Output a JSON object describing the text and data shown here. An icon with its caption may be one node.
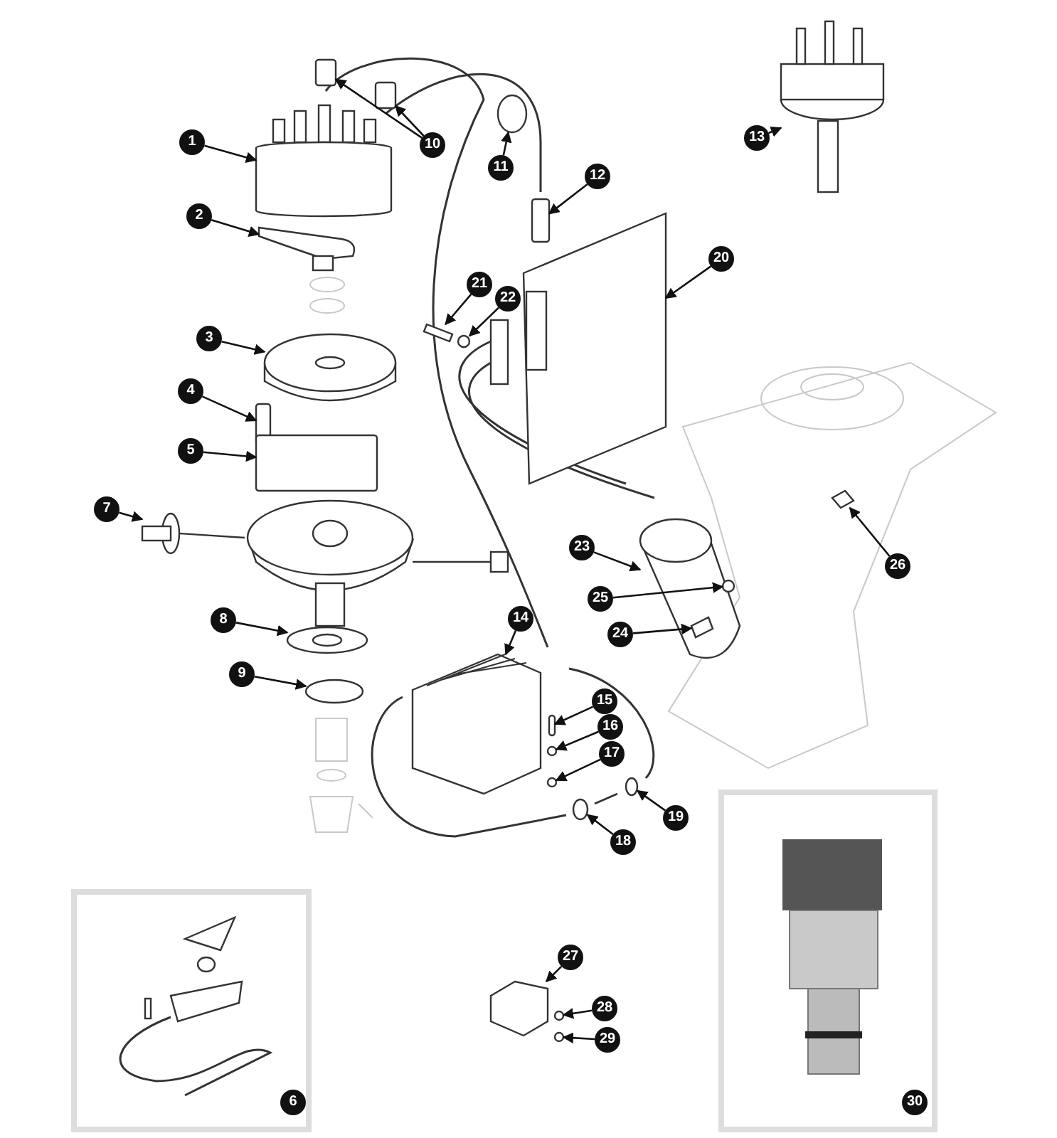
{
  "diagram": {
    "nodes": [
      {
        "text": [
          "1"
        ]
      },
      {
        "text": [
          "2"
        ]
      },
      {
        "text": [
          "3"
        ]
      },
      {
        "text": [
          "4"
        ]
      },
      {
        "text": [
          "5"
        ]
      },
      {
        "text": [
          "6"
        ]
      },
      {
        "text": [
          "7"
        ]
      },
      {
        "text": [
          "8"
        ]
      },
      {
        "text": [
          "9"
        ]
      },
      {
        "text": [
          "10"
        ]
      },
      {
        "text": [
          "11"
        ]
      },
      {
        "text": [
          "12"
        ]
      },
      {
        "text": [
          "13"
        ]
      },
      {
        "text": [
          "14"
        ]
      },
      {
        "text": [
          "15"
        ]
      },
      {
        "text": [
          "16"
        ]
      },
      {
        "text": [
          "17"
        ]
      },
      {
        "text": [
          "18"
        ]
      },
      {
        "text": [
          "19"
        ]
      },
      {
        "text": [
          "20"
        ]
      },
      {
        "text": [
          "21"
        ]
      },
      {
        "text": [
          "22"
        ]
      },
      {
        "text": [
          "23"
        ]
      },
      {
        "text": [
          "24"
        ]
      },
      {
        "text": [
          "25"
        ]
      },
      {
        "text": [
          "26"
        ]
      },
      {
        "text": [
          "27"
        ]
      },
      {
        "text": [
          "28"
        ]
      },
      {
        "text": [
          "29"
        ]
      },
      {
        "text": [
          "30"
        ]
      },
      {
        "text": [],
        "shape": "cylinder"
      },
      {
        "text": [],
        "shape": "picture"
      },
      {
        "text": [],
        "shape": "picture"
      },
      {
        "text": [],
        "shape": "box"
      },
      {
        "text": [],
        "shape": "box"
      },
      {
        "text": [],
        "shape": "picture"
      },
      {
        "text": [],
        "shape": "picture"
      },
      {
        "text": [],
        "shape": "circle"
      },
      {
        "text": [],
        "shape": "box"
      },
      {
        "text": [],
        "shape": "box"
      },
      {
        "text": [],
        "shape": "circle"
      },
      {
        "text": [],
        "shape": "box"
      },
      {
        "text": [],
        "shape": "picture"
      },
      {
        "text": [],
        "shape": "picture"
      },
      {
        "text": [],
        "shape": "box"
      },
      {
        "text": [],
        "shape": "circle"
      },
      {
        "text": [],
        "shape": "circle"
      },
      {
        "text": [],
        "shape": "circle"
      },
      {
        "text": [],
        "shape": "circle"
      },
      {
        "text": [],
        "shape": "picture"
      },
      {
        "text": [],
        "shape": "picture"
      },
      {
        "text": [],
        "shape": "circle"
      },
      {
        "text": [],
        "shape": "picture"
      },
      {
        "text": [],
        "shape": "picture",
        "in": 52
      },
      {
        "text": [],
        "shape": "circle"
      },
      {
        "text": [],
        "shape": "picture"
      },
      {
        "text": [],
        "shape": "picture"
      },
      {
        "text": [],
        "shape": "circle"
      },
      {
        "text": [],
        "shape": "circle"
      }
    ],
    "edges": [
      {
        "from": 0,
        "to": 30,
        "arrow": "to"
      },
      {
        "from": 1,
        "to": 31,
        "arrow": "to"
      },
      {
        "from": 2,
        "to": 32,
        "arrow": "to"
      },
      {
        "from": 3,
        "to": 33,
        "arrow": "to"
      },
      {
        "from": 4,
        "to": 34,
        "arrow": "to"
      },
      {
        "from": 6,
        "to": 35,
        "arrow": "to"
      },
      {
        "from": 7,
        "to": 36,
        "arrow": "to"
      },
      {
        "from": 8,
        "to": 37,
        "arrow": "to"
      },
      {
        "from": 9,
        "to": 38,
        "arrow": "to"
      },
      {
        "from": 9,
        "to": 39,
        "arrow": "to"
      },
      {
        "from": 10,
        "to": 40,
        "arrow": "to"
      },
      {
        "from": 11,
        "to": 41,
        "arrow": "to"
      },
      {
        "from": 12,
        "to": 42,
        "arrow": "to"
      },
      {
        "from": 13,
        "to": 43,
        "arrow": "to"
      },
      {
        "from": 14,
        "to": 44,
        "arrow": "to"
      },
      {
        "from": 15,
        "to": 45,
        "arrow": "to"
      },
      {
        "from": 16,
        "to": 46,
        "arrow": "to"
      },
      {
        "from": 17,
        "to": 47,
        "arrow": "to"
      },
      {
        "from": 18,
        "to": 48,
        "arrow": "to"
      },
      {
        "from": 19,
        "to": 49,
        "arrow": "to"
      },
      {
        "from": 20,
        "to": 50,
        "arrow": "to"
      },
      {
        "from": 21,
        "to": 51,
        "arrow": "to"
      },
      {
        "from": 22,
        "to": 52,
        "arrow": "to"
      },
      {
        "from": 23,
        "to": 53,
        "arrow": "to"
      },
      {
        "from": 24,
        "to": 54,
        "arrow": "to"
      },
      {
        "from": 25,
        "to": 55,
        "arrow": "to"
      },
      {
        "from": 26,
        "to": 56,
        "arrow": "to"
      },
      {
        "from": 27,
        "to": 57,
        "arrow": "to"
      },
      {
        "from": 28,
        "to": 58,
        "arrow": "to"
      }
    ]
  }
}
